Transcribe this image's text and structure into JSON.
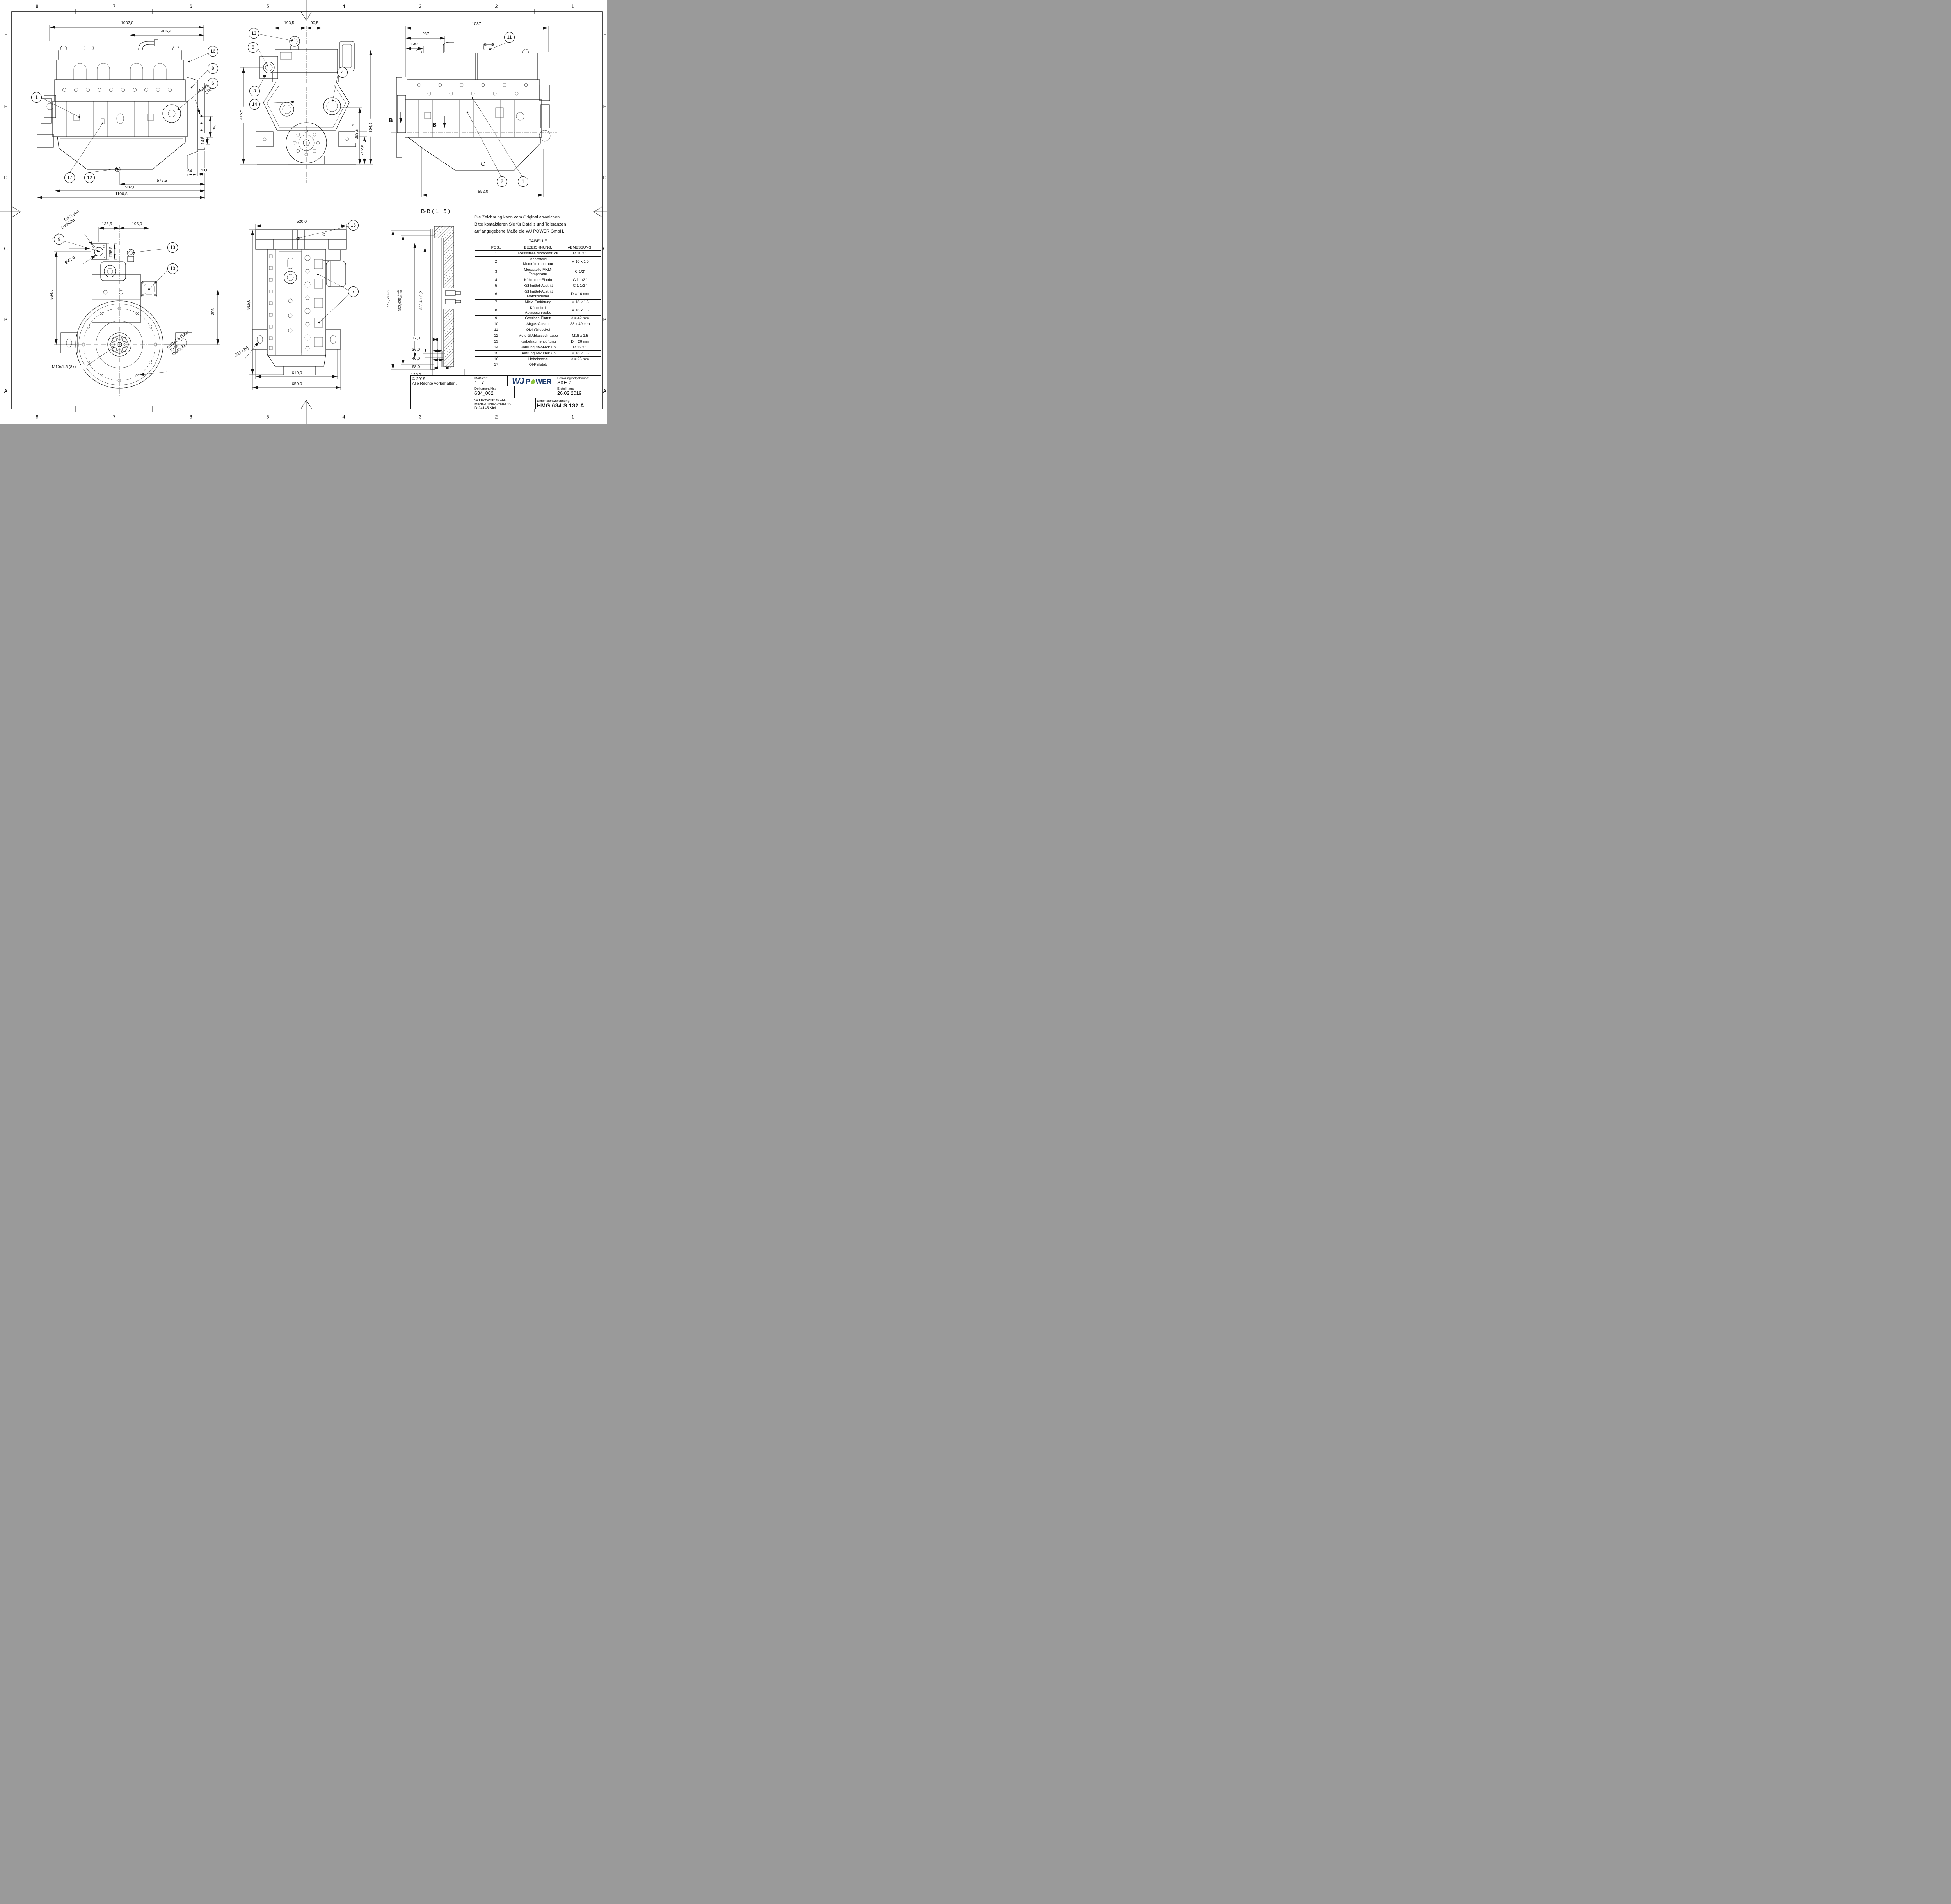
{
  "zones": {
    "cols": [
      "8",
      "7",
      "6",
      "5",
      "4",
      "3",
      "2",
      "1"
    ],
    "rows": [
      "F",
      "E",
      "D",
      "C",
      "B",
      "A"
    ]
  },
  "views": {
    "side_left": {
      "dims": {
        "overall": "1037,0",
        "upper": "406,4",
        "thread": "M12x1,75",
        "thread_count": "(8x)",
        "flange": "89,0",
        "offset": "14,5",
        "foot": "64",
        "foot2": "40,0",
        "pan": "572,5",
        "block": "982,0",
        "total": "1100,8"
      },
      "balloons": {
        "oil_pressure": "1",
        "lug": "16",
        "coolant_drain": "8",
        "cooler_out": "6",
        "dipstick": "17",
        "oil_drain": "12"
      }
    },
    "front": {
      "dims": {
        "left": "193,5",
        "right": "90,5",
        "height_left": "415,5",
        "height_mid": "293,8",
        "height_total": "894,6",
        "pad": "20",
        "lower": "292,8"
      },
      "balloons": {
        "vent": "13",
        "coolant_out": "5",
        "mkm_temp": "3",
        "nw_pickup": "14",
        "coolant_in": "4"
      }
    },
    "side_right": {
      "section": "B",
      "dims": {
        "overall": "1037",
        "upper": "287",
        "front": "130",
        "lower": "852,0"
      },
      "balloons": {
        "oil_filler": "11",
        "oil_temp": "2",
        "oil_pressure": "1"
      }
    },
    "rear": {
      "labels": {
        "holes": "Ø6,3 (4x)",
        "holes2": "Lochbild",
        "square": "□ 57",
        "bore": "Ø42,0",
        "bolts8": "M10x1.5 (8x)",
        "bolts12": "M10x1.5 (12x)",
        "depth": "20 tief",
        "circle": "Ø466,73"
      },
      "dims": {
        "left": "136,5",
        "right": "196,0",
        "square": "□68,5",
        "height": "564,0",
        "exhaust": "396"
      },
      "balloons": {
        "mixture": "9",
        "vent": "13",
        "exhaust": "10"
      }
    },
    "top": {
      "dims": {
        "width": "520,0",
        "length": "915,0",
        "holes": "Ø17 (2x)",
        "inner": "610,0",
        "outer": "650,0"
      },
      "balloons": {
        "kw_pickup": "15",
        "mkm_vent": "7"
      }
    },
    "section_bb": {
      "title": "B-B ( 1 : 5 )",
      "dims": {
        "d1": "447,68 H8",
        "d2": "405,0",
        "d3": "352,425",
        "d3p": "+ 0,076",
        "d3m": "- 0,000",
        "d4": "333,4 ± 0,2",
        "s1": "12,0",
        "s2": "36,0",
        "s3": "40,0",
        "s4": "68,0",
        "s5": "128,0"
      }
    }
  },
  "note": [
    "Die Zeichnung kann vom Original abweichen.",
    "Bitte kontaktieren Sie für Datails und Toleranzen",
    "auf angegebene Maße die WJ POWER GmbH."
  ],
  "table": {
    "title": "TABELLE",
    "headers": {
      "pos": "POS.:",
      "name": "BEZEICHNUNG.",
      "dim": "ABMESSUNG."
    },
    "rows": [
      {
        "pos": "1",
        "name": "Messstelle Motoröldruck",
        "dim": "M 10 x 1"
      },
      {
        "pos": "2",
        "name": "Messstelle",
        "name2": "Motoröltemperatur",
        "dim": "M 16 x 1,5"
      },
      {
        "pos": "3",
        "name": "Messstelle MKM-Temperatur",
        "dim": "G 1/2”"
      },
      {
        "pos": "4",
        "name": "Kühlmittel-Eintritt",
        "dim": "G 1 1/2 ”"
      },
      {
        "pos": "5",
        "name": "Kühlmittel-Austritt",
        "dim": "G 1 1/2 ”"
      },
      {
        "pos": "6",
        "name": "Kühlmittel-Austritt",
        "name2": "Motorölkühler",
        "dim": "D = 16 mm"
      },
      {
        "pos": "7",
        "name": "MKM-Entlüftung",
        "dim": "M 18 x 1,5"
      },
      {
        "pos": "8",
        "name": "Kühlmittel Ablassschraube",
        "dim": "M 18 x 1,5"
      },
      {
        "pos": "9",
        "name": "Gemisch-Eintritt",
        "dim": "d = 42 mm"
      },
      {
        "pos": "10",
        "name": "Abgas-Austritt",
        "dim": "38 x 49 mm"
      },
      {
        "pos": "11",
        "name": "Öleinfülldeckel",
        "dim": ""
      },
      {
        "pos": "12",
        "name": "Motoröl Ablassschraube",
        "dim": "M16 x 1,5"
      },
      {
        "pos": "13",
        "name": "Kurbelraumentlüftung",
        "dim": "D = 26 mm"
      },
      {
        "pos": "14",
        "name": "Bohrung NW-Pick Up",
        "dim": "M 12 x 1"
      },
      {
        "pos": "15",
        "name": "Bohrung KW-Pick Up",
        "dim": "M 18 x 1,5"
      },
      {
        "pos": "16",
        "name": "Hebelasche",
        "dim": "d = 25 mm"
      },
      {
        "pos": "17",
        "name": "Öl-Peilstab",
        "dim": ""
      }
    ]
  },
  "title_block": {
    "copyright1": "© 2019",
    "copyright2": "Alle Rechte vorbehalten.",
    "scale_label": "Maßstab:",
    "scale": "1 : 7",
    "logo": {
      "wj": "WJ",
      "p": "P",
      "wer": "WER"
    },
    "housing_label": "Schwungradgehäuse:",
    "housing": "SAE 2",
    "doc_label": "Dokument Nr.:",
    "doc": "634_002",
    "date_label": "Erstellt am:",
    "date": "26.02.2019",
    "company": "WJ POWER GmbH",
    "street": "Marie-Curie-Straße 19",
    "city": "D-24145 Kiel",
    "type_label": "Dimensionszeichnung:",
    "type": "HMG 634 S 132 A"
  },
  "colors": {
    "navy": "#1c3a6c",
    "green": "#8dc63f",
    "line": "#141414",
    "bg": "#ffffff"
  }
}
